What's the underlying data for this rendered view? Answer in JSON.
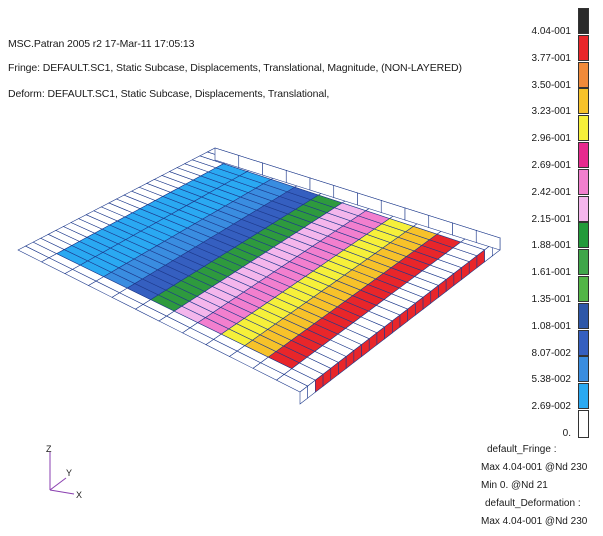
{
  "header": {
    "line1": "MSC.Patran 2005 r2 17-Mar-11 17:05:13",
    "line2": "Fringe: DEFAULT.SC1, Static Subcase, Displacements, Translational, Magnitude, (NON-LAYERED)",
    "line3": "Deform: DEFAULT.SC1, Static Subcase, Displacements, Translational,"
  },
  "legend": {
    "labels": [
      "4.04-001",
      "3.77-001",
      "3.50-001",
      "3.23-001",
      "2.96-001",
      "2.69-001",
      "2.42-001",
      "2.15-001",
      "1.88-001",
      "1.61-001",
      "1.35-001",
      "1.08-001",
      "8.07-002",
      "5.38-002",
      "2.69-002",
      "0."
    ],
    "colors": [
      "#2b2b2b",
      "#e8262a",
      "#f08a3a",
      "#f7c22a",
      "#f6f03a",
      "#e62a8e",
      "#f27fce",
      "#f4b6ec",
      "#229a3a",
      "#3fa64a",
      "#52b547",
      "#2e57a8",
      "#355fc0",
      "#3a8de0",
      "#2aa9f2",
      "#ffffff"
    ]
  },
  "info": {
    "fringe_title": "default_Fringe :",
    "fringe_max": "Max 4.04-001 @Nd 230",
    "fringe_min": "Min  0. @Nd 21",
    "deform_title": "default_Deformation :",
    "deform_max": "Max 4.04-001 @Nd 230"
  },
  "axes": {
    "z": "Z",
    "y": "Y",
    "x": "X"
  }
}
